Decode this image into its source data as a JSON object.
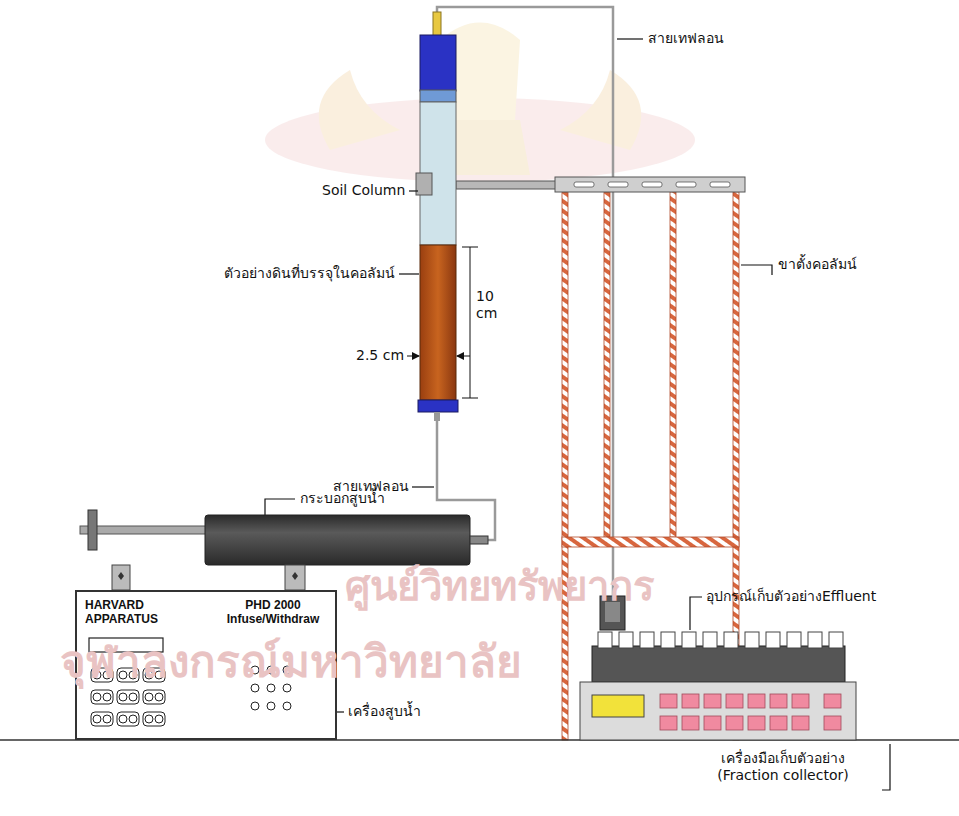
{
  "diagram": {
    "nodes": [
      {
        "text": [
          "HARVARD APPARATUS",
          "PHD 2000 Infuse/Withdraw"
        ]
      }
    ],
    "labels": [
      "สายเทฟลอน",
      "Soil Column",
      "ตัวอย่างดินที่บรรจุในคอลัมน์",
      "10 cm",
      "2.5 cm",
      "ขาตั้งคอลัมน์",
      "สายเทฟลอน",
      "กระบอกสูบน้ำ",
      "เครื่องสูบน้ำ",
      "อุปกรณ์เก็บตัวอย่างEffluent",
      "เครื่องมือเก็บตัวอย่าง (Fraction collector)",
      "ศูนย์วิทยทรัพยากร",
      "จุฬาลงกรณ์มหาวิทยาลัย"
    ]
  }
}
